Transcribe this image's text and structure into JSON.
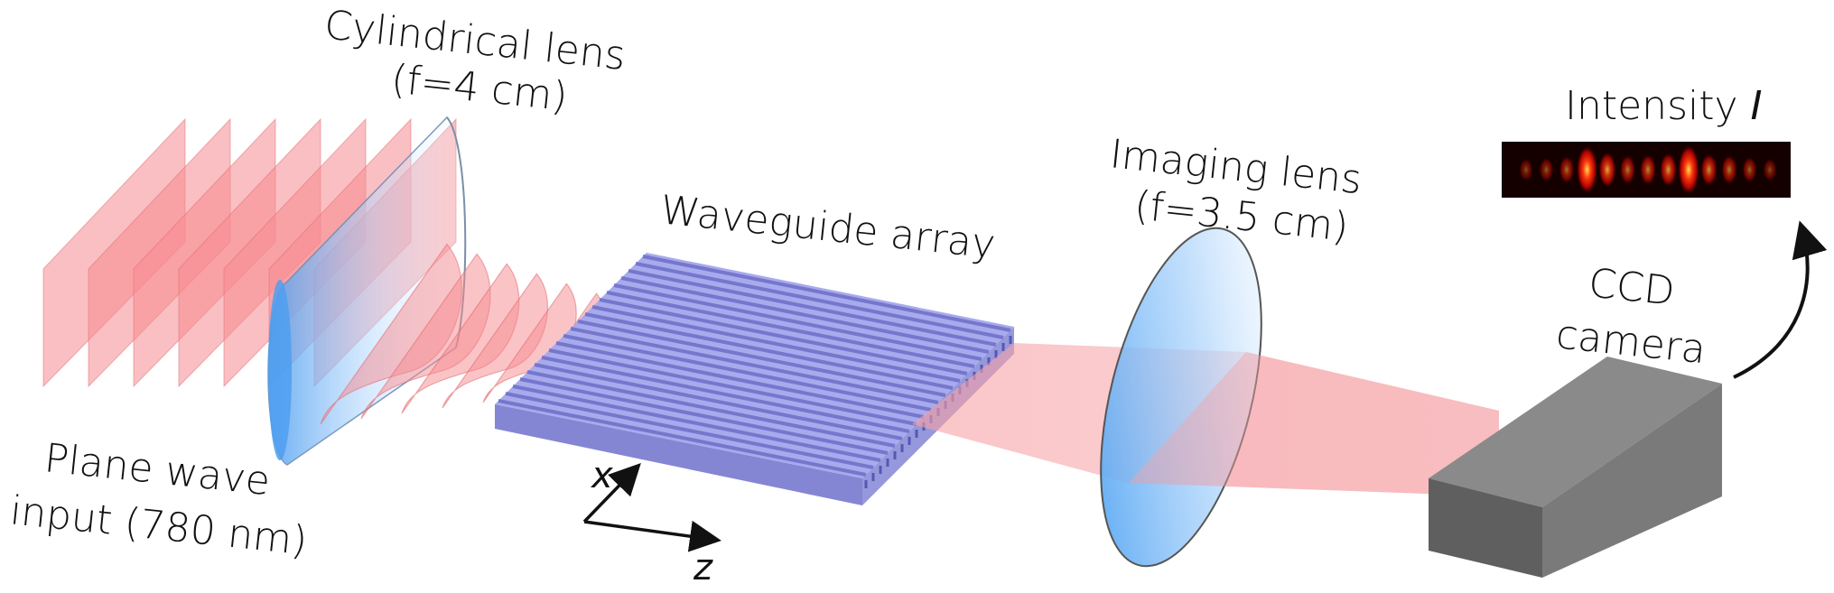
{
  "labels": {
    "cylindrical_lens": [
      "Cylindrical lens",
      "(f=4 cm)"
    ],
    "plane_wave": [
      "Plane wave",
      "input (780 nm)"
    ],
    "waveguide_array": "Waveguide array",
    "imaging_lens": [
      "Imaging lens",
      "(f=3.5 cm)"
    ],
    "ccd_camera": [
      "CCD",
      "camera"
    ],
    "intensity": "Intensity ",
    "intensity_symbol": "I",
    "axis_x": "x",
    "axis_z": "z"
  },
  "colors": {
    "wave_red": "#f58a8f",
    "wave_red_edge": "#e26a70",
    "waveguide_top": "#a8aaee",
    "waveguide_side": "#8486d3",
    "waveguide_stripe": "#7577cc",
    "lens_blue": "#5aa8f0",
    "camera_front": "#5f5f5f",
    "camera_top": "#8a8a8a",
    "camera_side": "#7a7a7a"
  },
  "intensity_profile": [
    0.15,
    0.2,
    0.3,
    0.95,
    0.55,
    0.35,
    0.4,
    0.5,
    1.0,
    0.45,
    0.35,
    0.25,
    0.15
  ]
}
